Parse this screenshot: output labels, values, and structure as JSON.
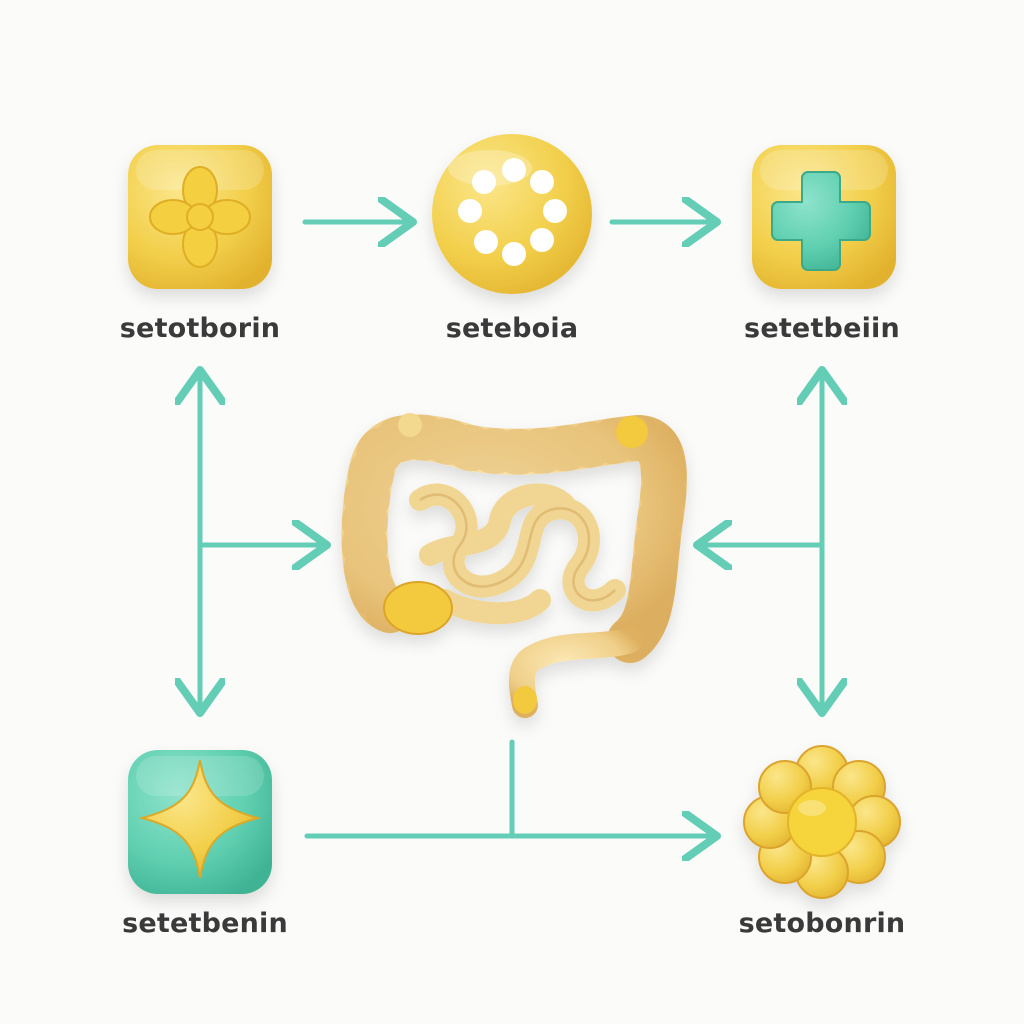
{
  "nodes": {
    "top_left": {
      "label": "setotborin",
      "icon": "plus-flower-icon"
    },
    "top_center": {
      "label": "seteboia",
      "icon": "dotted-sphere-icon"
    },
    "top_right": {
      "label": "setetbeiin",
      "icon": "plus-icon"
    },
    "center": {
      "icon": "intestine-icon"
    },
    "bottom_left": {
      "label": "setetbenin",
      "icon": "four-point-star-icon"
    },
    "bottom_right": {
      "label": "setobonrin",
      "icon": "flower-icon"
    }
  },
  "colors": {
    "yellow": "#f2cf4a",
    "yellow_dark": "#e4b22c",
    "teal": "#5fcfb0",
    "arrow": "#64cdb6",
    "gut": "#f3d890",
    "label": "#3a3a3a"
  }
}
